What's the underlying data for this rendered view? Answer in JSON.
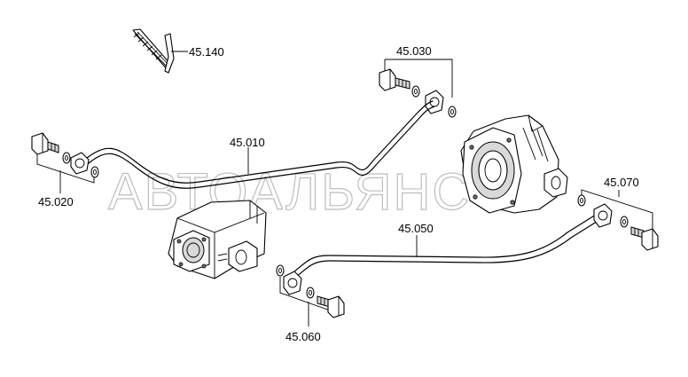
{
  "watermark": "АВТОАЛЬЯНС",
  "labels": {
    "p45140": "45.140",
    "p45030": "45.030",
    "p45010": "45.010",
    "p45020": "45.020",
    "p45050": "45.050",
    "p45070": "45.070",
    "p45060": "45.060"
  }
}
